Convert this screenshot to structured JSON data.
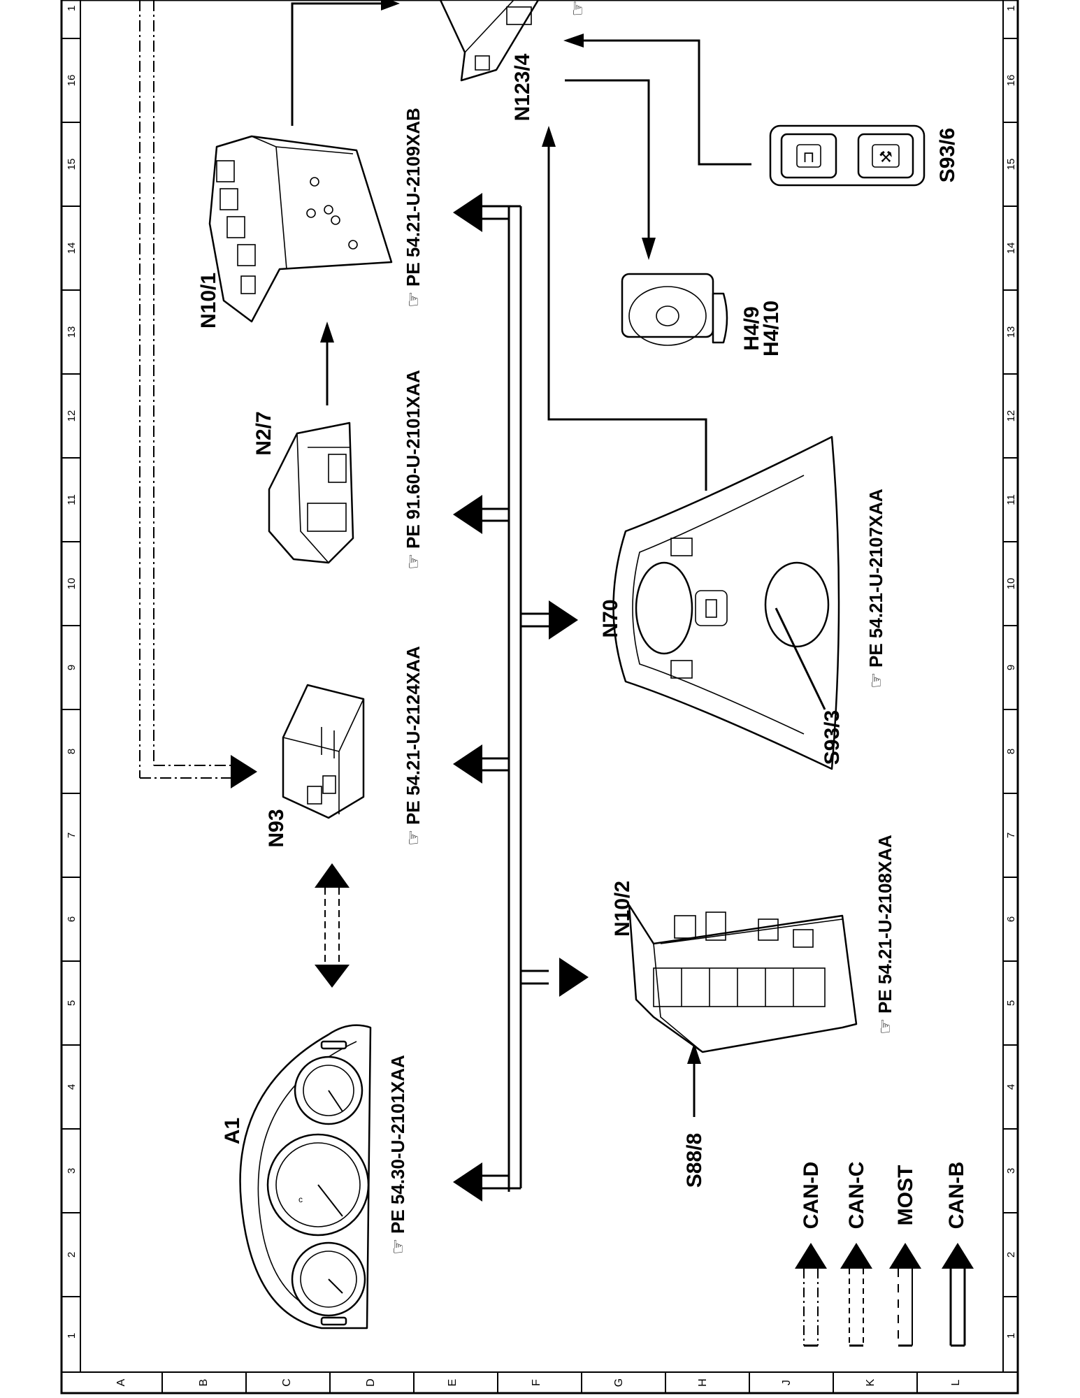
{
  "grid": {
    "numbers": [
      "1",
      "2",
      "3",
      "4",
      "5",
      "6",
      "7",
      "8",
      "9",
      "10",
      "11",
      "12",
      "13",
      "14",
      "15",
      "16",
      "1"
    ],
    "letters": [
      "A",
      "B",
      "C",
      "D",
      "E",
      "F",
      "G",
      "H",
      "J",
      "K",
      "L"
    ]
  },
  "components": {
    "a1": {
      "label": "A1",
      "ref": "PE  54.30-U-2101XAA"
    },
    "n93": {
      "label": "N93",
      "ref": "PE  54.21-U-2124XAA"
    },
    "n27": {
      "label": "N2/7",
      "ref": "PE  91.60-U-2101XAA"
    },
    "n101": {
      "label": "N10/1",
      "ref": "PE  54.21-U-2109XAB"
    },
    "n1234": {
      "label": "N123/4"
    },
    "n102": {
      "label": "N10/2",
      "ref": "PE  54.21-U-2108XAA"
    },
    "n70": {
      "label": "N70",
      "ref": "PE  54.21-U-2107XAA"
    },
    "s933": {
      "label": "S93/3"
    },
    "s888": {
      "label": "S88/8"
    },
    "h49": {
      "label1": "H4/9",
      "label2": "H4/10"
    },
    "s936": {
      "label": "S93/6"
    }
  },
  "legend": [
    {
      "label": "CAN-D",
      "style": "dash-dot"
    },
    {
      "label": "CAN-C",
      "style": "dashed"
    },
    {
      "label": "MOST",
      "style": "dashed-long"
    },
    {
      "label": "CAN-B",
      "style": "solid"
    }
  ]
}
